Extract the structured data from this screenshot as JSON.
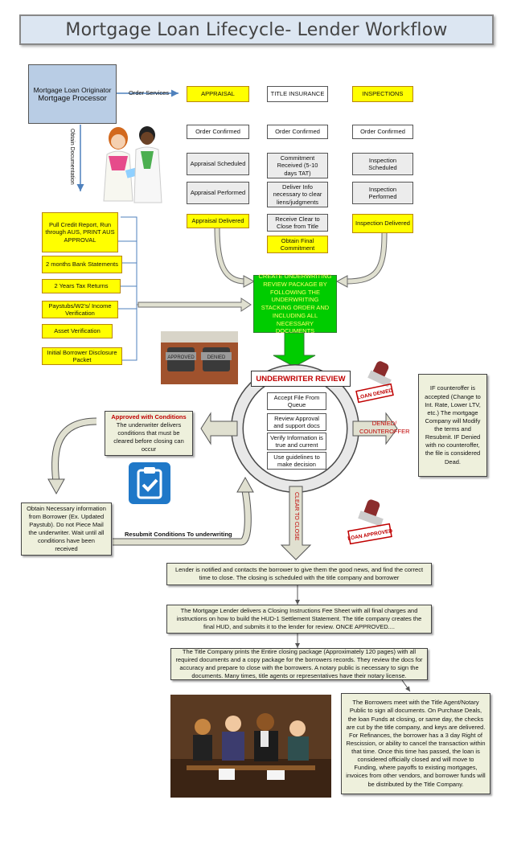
{
  "title": "Mortgage Loan Lifecycle- Lender Workflow",
  "originator": {
    "line1": "Mortgage Loan Originator",
    "line2": "Mortgage Processor"
  },
  "order_services": "Order Services",
  "obtain_documentation": "Obtain Documentation",
  "columns": {
    "appraisal": {
      "header": "APPRAISAL",
      "steps": [
        "Order Confirmed",
        "Appraisal Scheduled",
        "Appraisal Performed"
      ],
      "final": "Appraisal Delivered"
    },
    "title": {
      "header": "TITLE INSURANCE",
      "steps": [
        "Order Confirmed",
        "Commitment Received (5-10 days TAT)",
        "Deliver Info necessary to clear liens/judgments"
      ],
      "clear": "Receive Clear to Close from Title",
      "final": "Obtain Final Commitment"
    },
    "inspections": {
      "header": "INSPECTIONS",
      "steps": [
        "Order Confirmed",
        "Inspection Scheduled",
        "Inspection Performed"
      ],
      "final": "Inspection Delivered"
    }
  },
  "documents": [
    "Pull Credit Report, Run through AUS, PRINT AUS APPROVAL",
    "2 months Bank Statements",
    "2 Years Tax Returns",
    "Paystubs/W2's/ Income Verification",
    "Asset Verification",
    "Initial Borrower Disclosure Packet"
  ],
  "create_package": "CREATE UNDERWRITING REVIEW PACKAGE BY FOLLOWING THE UNDERWRITING STACKING ORDER AND INCLUDING ALL NECESSARY DOCUMENTS",
  "underwriter_review": {
    "label": "UNDERWRITER REVIEW",
    "steps": [
      "Accept File From Queue",
      "Review Approval and support docs",
      "Verify Information is true and current",
      "Use guidelines to make decision"
    ]
  },
  "approved": {
    "title": "Approved with Conditions",
    "body": "The underwriter delivers conditions that must be cleared before closing can occur"
  },
  "denied_label": "DENIED/ COUNTEROFFER",
  "counteroffer_note": "IF counteroffer is accepted (Change to Int. Rate, Lower LTV, etc.) The mortgage Company will Modify the terms and Resubmit. IF Denied with no counteroffer, the file is considered Dead.",
  "obtain_info_note": "Obtain Necessary information from Borrower (Ex. Updated Paystub). Do not Piece Mail the underwriter. Wait until all conditions have been received",
  "resubmit": "Resubmit Conditions To underwriting",
  "clear_to_close": "CLEAR TO CLOSE",
  "stamps": {
    "approved": "APPROVED",
    "denied": "DENIED",
    "loan_denied": "LOAN DENIED",
    "loan_approved": "LOAN APPROVED"
  },
  "closing_steps": [
    "Lender is notified and contacts the borrower to give them the good news, and find the correct time to close. The closing is scheduled with the title company and borrower",
    "The Mortgage Lender delivers a Closing Instructions Fee Sheet with all final charges and instructions on how to build the HUD-1 Settlement Statement. The title company creates the final HUD, and submits it to the lender for review. ONCE APPROVED....",
    "The Title Company prints the Entire closing package (Approximately 120 pages) with all required documents and a copy package for the borrowers records. They review the docs for accuracy and prepare to close with the borrowers. A notary public is necessary to sign the documents. Many times, title agents or representatives have their notary license."
  ],
  "final_note": "The Borrowers meet with the Title Agent/Notary Public to sign all documents. On Purchase Deals, the loan Funds at closing, or same day, the checks are cut by the title company, and keys are delivered. For Refinances, the borrower has a 3 day Right of Rescission, or ability to cancel the transaction within that time. Once this time has passed, the loan is considered officially closed and will move to Funding, where payoffs to existing mortgages, invoices from other vendors, and borrower funds will be distributed by the Title Company.",
  "colors": {
    "accent_yellow": "#ffff00",
    "green": "#00cc00",
    "red": "#c00000",
    "title_bg": "#dce6f2",
    "originator_bg": "#b9cde5",
    "note_bg": "#eef0dc"
  }
}
